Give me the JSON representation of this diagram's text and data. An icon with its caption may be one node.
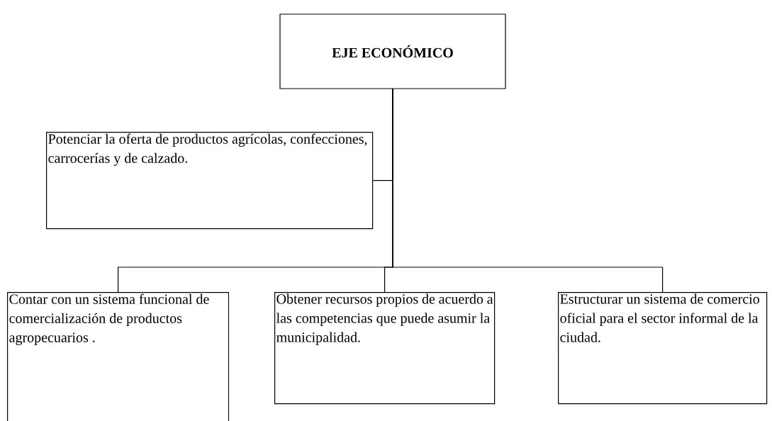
{
  "diagram": {
    "nodes": [
      {
        "text": [
          "EJE ECONÓMICO"
        ]
      },
      {
        "text": [
          "Potenciar la oferta de productos agrícolas, confecciones, carrocerías y de calzado."
        ]
      },
      {
        "text": [
          "Contar con un sistema funcional de comercialización de productos agropecuarios ."
        ]
      },
      {
        "text": [
          "Obtener recursos propios de acuerdo a las competencias que puede asumir la municipalidad."
        ]
      },
      {
        "text": [
          "Estructurar un sistema de comercio oficial para el sector informal de la ciudad."
        ]
      }
    ],
    "edges": [
      {
        "from": 0,
        "to": 1,
        "arrow": "none"
      },
      {
        "from": 0,
        "to": 2,
        "arrow": "none"
      },
      {
        "from": 0,
        "to": 3,
        "arrow": "none"
      },
      {
        "from": 0,
        "to": 4,
        "arrow": "none"
      }
    ]
  }
}
